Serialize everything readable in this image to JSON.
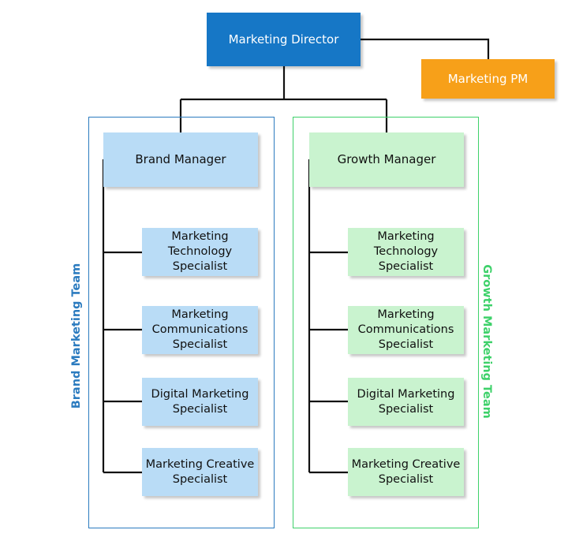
{
  "director": {
    "label": "Marketing Director"
  },
  "pm": {
    "label": "Marketing PM"
  },
  "brand_team": {
    "label": "Brand Marketing Team",
    "manager": "Brand Manager",
    "specialists": [
      [
        "Marketing",
        "Technology",
        "Specialist"
      ],
      [
        "Marketing",
        "Communications",
        "Specialist"
      ],
      [
        "Digital Marketing",
        "Specialist"
      ],
      [
        "Marketing Creative",
        "Specialist"
      ]
    ]
  },
  "growth_team": {
    "label": "Growth Marketing Team",
    "manager": "Growth Manager",
    "specialists": [
      [
        "Marketing",
        "Technology",
        "Specialist"
      ],
      [
        "Marketing",
        "Communications",
        "Specialist"
      ],
      [
        "Digital Marketing",
        "Specialist"
      ],
      [
        "Marketing Creative",
        "Specialist"
      ]
    ]
  },
  "colors": {
    "director": "#1677c6",
    "pm": "#f7a019",
    "brand": "#2b7bbf",
    "brand_fill": "#b9dcf6",
    "growth": "#3ed16a",
    "growth_fill": "#c9f3cf",
    "connector": "#111111"
  }
}
